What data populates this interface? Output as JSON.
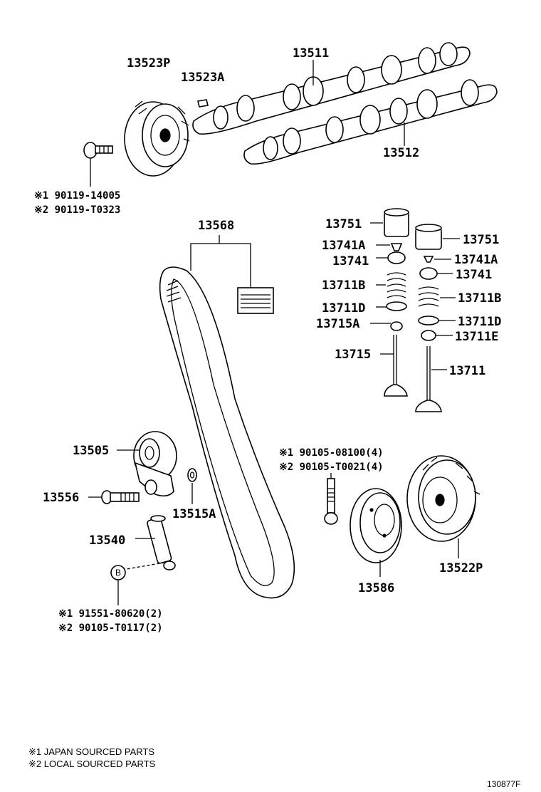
{
  "parts": {
    "p13523P": "13523P",
    "p13523A": "13523A",
    "p13511": "13511",
    "p13512": "13512",
    "p13568": "13568",
    "p13751_l": "13751",
    "p13751_r": "13751",
    "p13741A_l": "13741A",
    "p13741A_r": "13741A",
    "p13741_l": "13741",
    "p13741_r": "13741",
    "p13711B_l": "13711B",
    "p13711B_r": "13711B",
    "p13711D_l": "13711D",
    "p13711D_r": "13711D",
    "p13715A": "13715A",
    "p13711E": "13711E",
    "p13715": "13715",
    "p13711": "13711",
    "p13505": "13505",
    "p13556": "13556",
    "p13515A": "13515A",
    "p13540": "13540",
    "p13586": "13586",
    "p13522P": "13522P"
  },
  "refs": {
    "bolt1_a": "※1 90119-14005",
    "bolt1_b": "※2 90119-T0323",
    "bolt2_a": "※1 90105-08100(4)",
    "bolt2_b": "※2 90105-T0021(4)",
    "bolt3_a": "※1 91551-80620(2)",
    "bolt3_b": "※2 90105-T0117(2)",
    "circle_b": "B"
  },
  "notes": {
    "n1": "※1 JAPAN SOURCED PARTS",
    "n2": "※2 LOCAL SOURCED PARTS"
  },
  "figure_code": "130877F"
}
